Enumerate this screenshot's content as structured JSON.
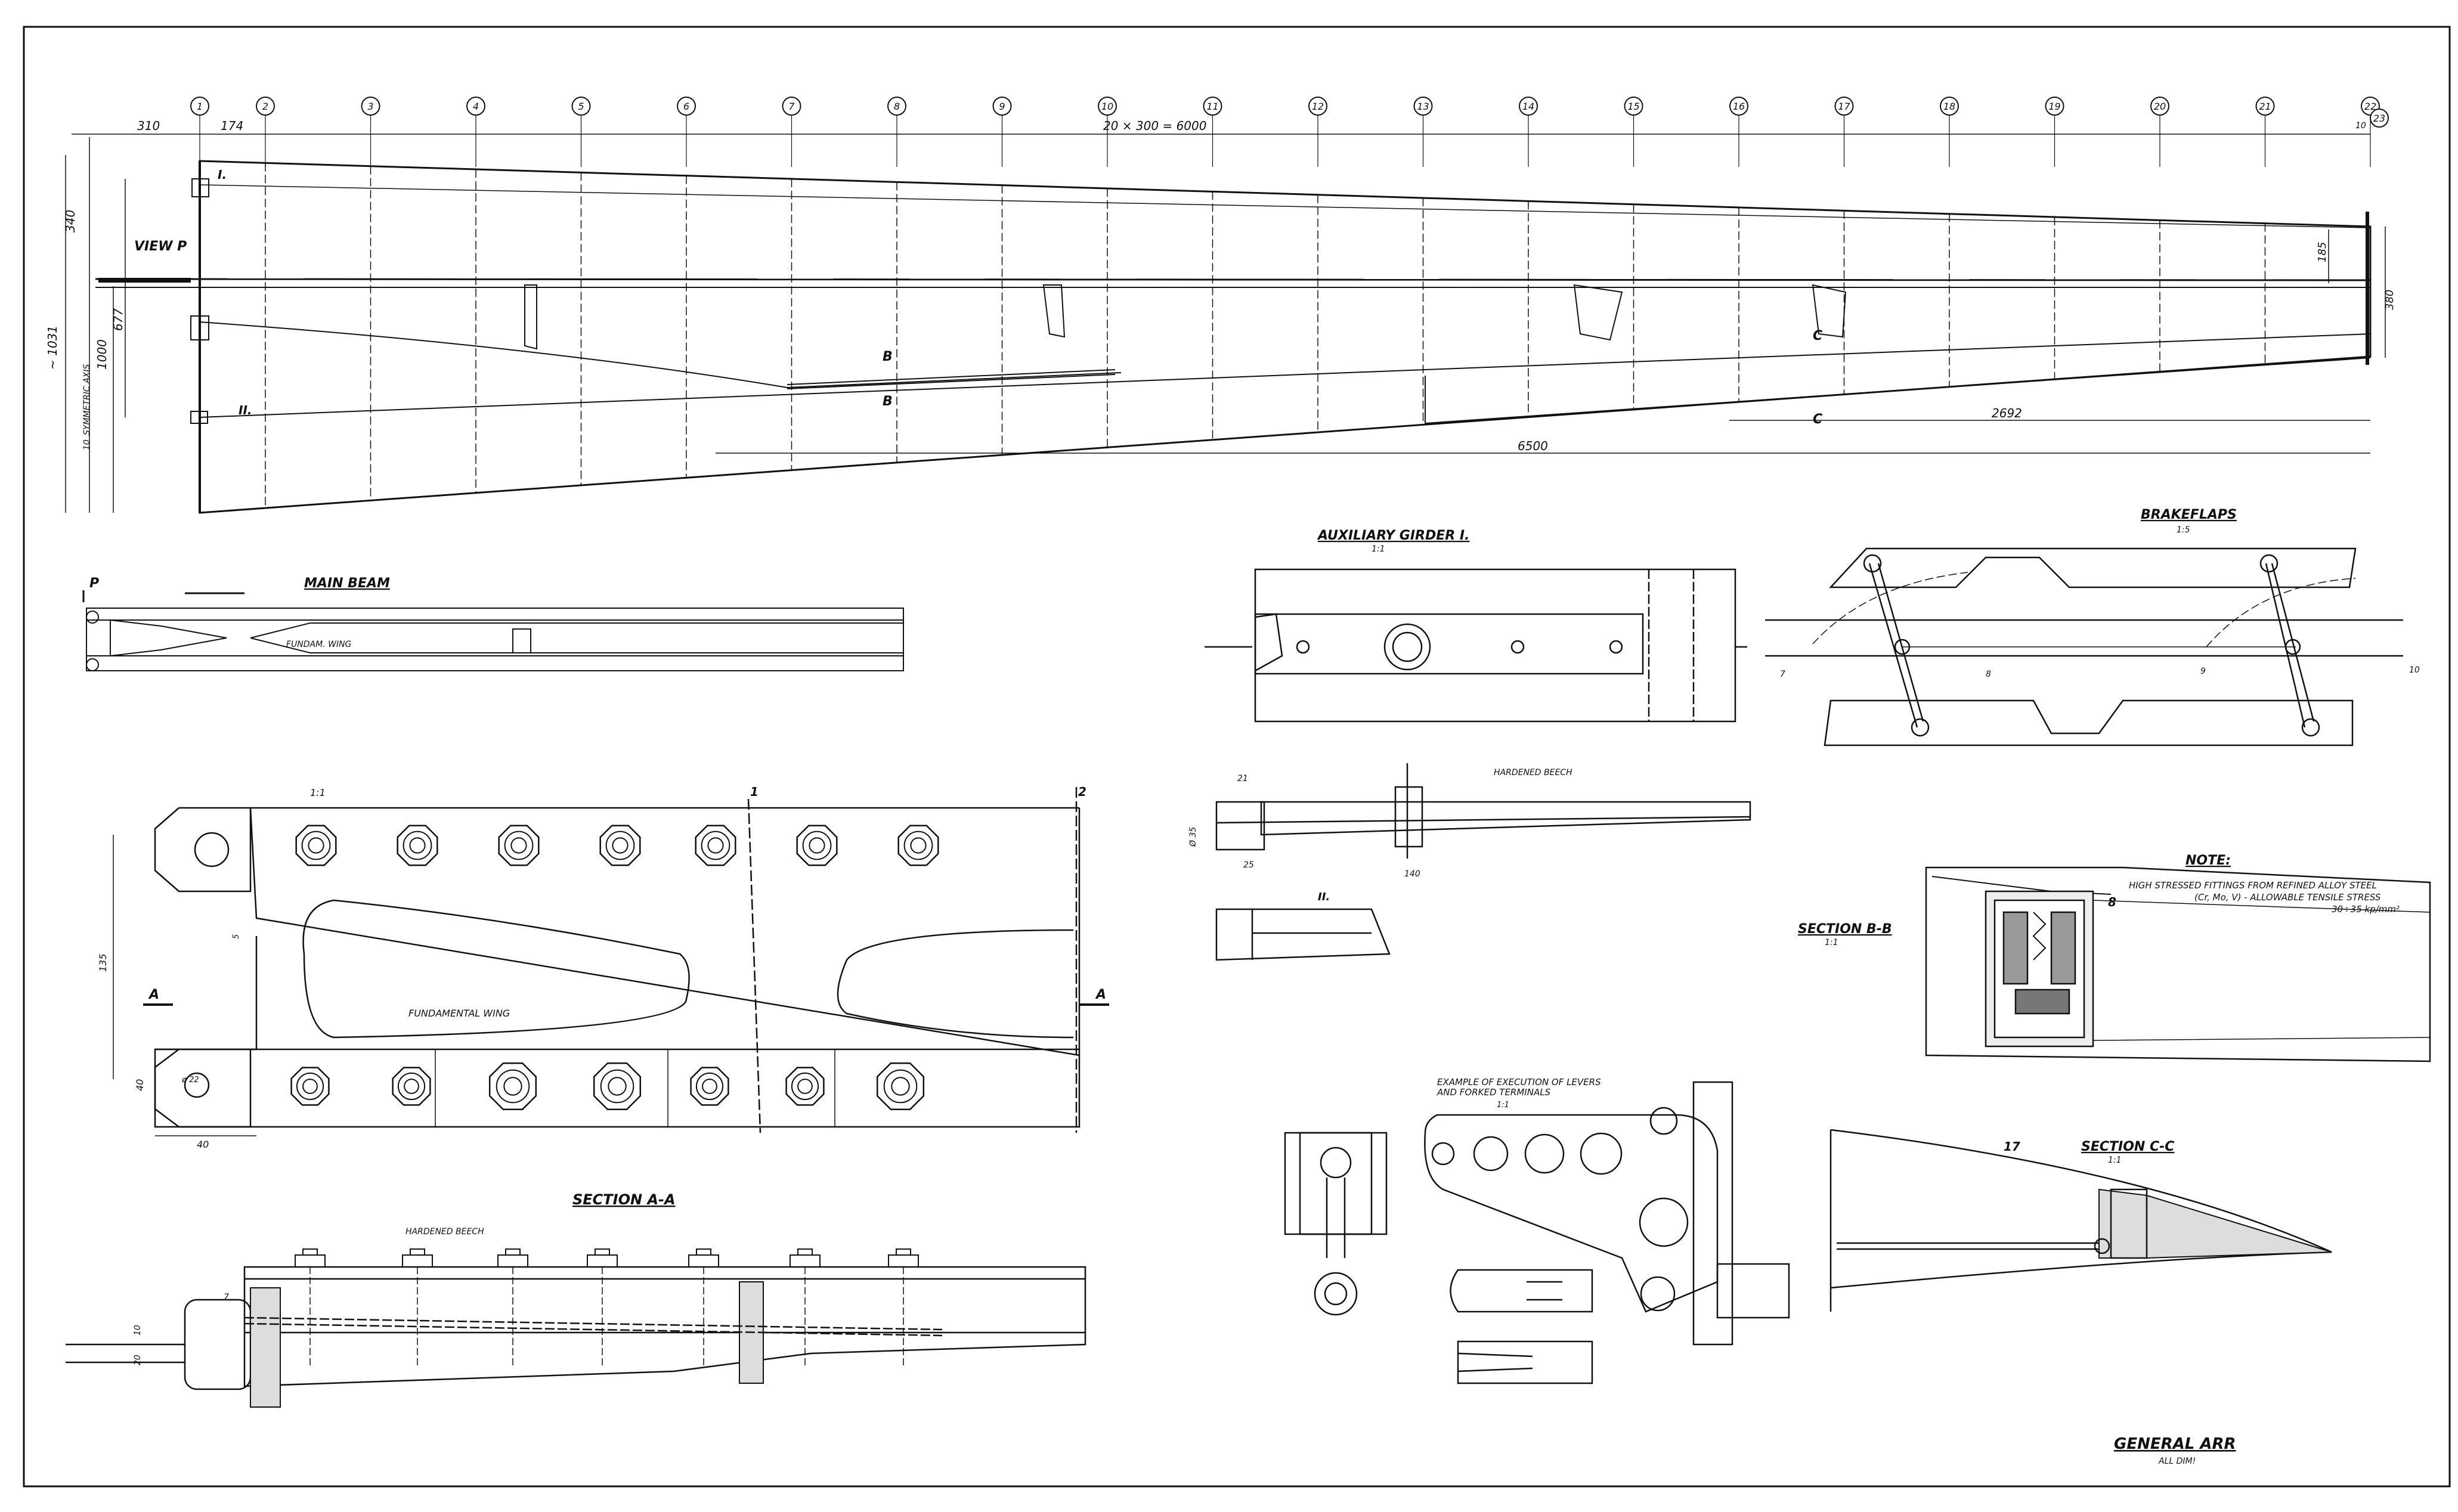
{
  "wing_plan": {
    "stations": [
      "1",
      "2",
      "3",
      "4",
      "5",
      "6",
      "7",
      "8",
      "9",
      "10",
      "11",
      "12",
      "13",
      "14",
      "15",
      "16",
      "17",
      "18",
      "19",
      "20",
      "21",
      "22",
      "23"
    ],
    "dims": {
      "span_spacing": "20 × 300 = 6000",
      "root_offset": "310",
      "first_spacing": "174",
      "root_chord": "~ 1031",
      "front_part": "340",
      "beam_offset": "677",
      "chord_1000": "1000",
      "axis_10": "10",
      "tip_185": "185",
      "tip_380": "380",
      "tip_10": "10",
      "brake_len": "2692",
      "span_total": "6500",
      "symmetry_axis": "SYMMETRIC AXIS"
    },
    "marks": {
      "view_p": "VIEW P",
      "girder_1": "I.",
      "girder_2": "II.",
      "sec_b": "B",
      "sec_c": "C"
    }
  },
  "main_beam": {
    "title": "MAIN BEAM",
    "marker": "P",
    "inner_label": "FUNDAM. WING"
  },
  "detail_1to1": {
    "scale": "1:1",
    "station_1": "1",
    "station_2": "2",
    "inner_label": "FUNDAMENTAL WING",
    "sec_mark": "A",
    "dim_h": "135",
    "dim_40a": "40",
    "dim_40b": "40",
    "dim_diam": "ø 22",
    "dim_small": "5"
  },
  "section_aa": {
    "title": "SECTION A-A",
    "material": "HARDENED BEECH",
    "dim_10": "10",
    "dim_20": "20",
    "dim_7": "7"
  },
  "aux_girder": {
    "title": "AUXILIARY GIRDER I.",
    "scale": "1:1",
    "material": "HARDENED BEECH",
    "dim_21": "21",
    "dim_25": "25",
    "dim_ht": "Ø 35",
    "dim_140": "140",
    "sub_label": "II."
  },
  "brakeflaps": {
    "title": "BRAKEFLAPS",
    "scale": "1:5",
    "p7": "7",
    "p8": "8",
    "p9": "9",
    "p10": "10"
  },
  "note": {
    "title": "NOTE:",
    "line1": "HIGH STRESSED FITTINGS FROM REFINED ALLOY STEEL",
    "line2": "(Cr, Mo, V) - ALLOWABLE TENSILE STRESS",
    "line3": "30÷35 kp/mm²"
  },
  "section_bb": {
    "title": "SECTION B-B",
    "scale": "1:1",
    "mark": "8"
  },
  "levers": {
    "title_line1": "EXAMPLE OF EXECUTION OF LEVERS",
    "title_line2": "AND FORKED TERMINALS",
    "scale": "1:1"
  },
  "section_cc": {
    "title": "SECTION C-C",
    "scale": "1:1",
    "mark": "17"
  },
  "title_block": {
    "title": "GENERAL ARR",
    "subtitle": "ALL DIM!"
  },
  "colors": {
    "ink": "#111111",
    "paper": "#ffffff"
  }
}
